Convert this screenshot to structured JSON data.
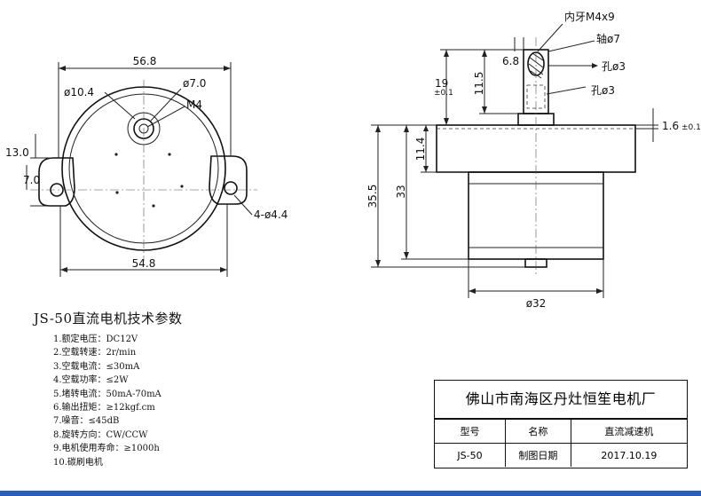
{
  "front_view": {
    "width_top": "56.8",
    "width_bottom": "54.8",
    "hole_dia": "ø10.4",
    "shaft_dia": "ø7.0",
    "thread": "M4",
    "tab_height": "13.0",
    "tab_offset": "7.0",
    "mount_holes": "4-ø4.4"
  },
  "side_view": {
    "thread_note": "内牙M4x9",
    "shaft_note": "轴ø7",
    "hole_note_1": "孔ø3",
    "hole_note_2": "孔ø3",
    "flat": "6.8",
    "shaft_length": "11.5",
    "shaft_total": "19",
    "shaft_total_tol": "±0.1",
    "flange": "1.6",
    "flange_tol": "±0.1",
    "height_total": "35.5",
    "height_body": "33",
    "gearbox_height": "11.4",
    "diameter": "ø32"
  },
  "specs": {
    "title": "JS-50直流电机技术参数",
    "items": [
      "1.额定电压：DC12V",
      "2.空载转速：2r/min",
      "3.空载电流：≤30mA",
      "4.空载功率：≤2W",
      "5.堵转电流：50mA-70mA",
      "6.输出扭矩：≥12kgf.cm",
      "7.噪音：≤45dB",
      "8.旋转方向：CW/CCW",
      "9.电机使用寿命：≥1000h",
      "10.碳刷电机"
    ]
  },
  "title_block": {
    "company": "佛山市南海区丹灶恒笙电机厂",
    "h_model": "型号",
    "h_name": "名称",
    "name_value": "直流减速机",
    "model_value": "JS-50",
    "h_date": "制图日期",
    "date_value": "2017.10.19"
  },
  "colors": {
    "line": "#222222",
    "accent_rule": "#2b5fb5"
  }
}
